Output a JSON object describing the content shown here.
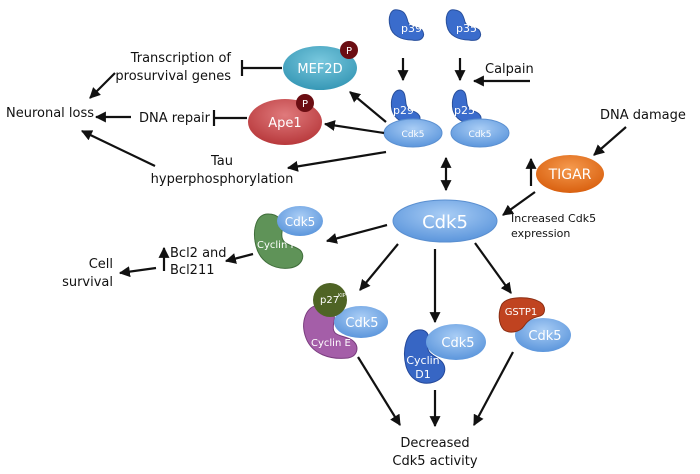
{
  "nodes": {
    "p39": "p39",
    "p35": "p35",
    "p29": "p29",
    "p25": "p25",
    "cdk5": "Cdk5",
    "cdk5_small": "Cdk5",
    "mef2d": "MEF2D",
    "ape1": "Ape1",
    "phospho": "P",
    "tigar": "TIGAR",
    "cyclin_i": "Cyclin I",
    "cyclin_e": "Cyclin E",
    "cyclin_d1_line1": "Cyclin",
    "cyclin_d1_line2": "D1",
    "p27": "p27",
    "p27_sup": "KIP",
    "gstp1": "GSTP1"
  },
  "labels": {
    "transcription_line1": "Transcription of",
    "transcription_line2": "prosurvival genes",
    "neuronal_loss": "Neuronal loss",
    "dna_repair": "DNA repair",
    "tau_line1": "Tau",
    "tau_line2": "hyperphosphorylation",
    "calpain": "Calpain",
    "dna_damage": "DNA damage",
    "increased_line1": "Increased Cdk5",
    "increased_line2": "expression",
    "bcl_line1": "Bcl2 and",
    "bcl_line2": "Bcl211",
    "cell_line1": "Cell",
    "cell_line2": "survival",
    "decreased_line1": "Decreased",
    "decreased_line2": "Cdk5 activity"
  },
  "colors": {
    "cdk5_blue": "#6fa6e6",
    "cyclin_dark_blue": "#3766c4",
    "mef2d_teal": "#4bb0cc",
    "ape1_red": "#c9484b",
    "phospho_dark": "#6b0d12",
    "tigar_orange": "#e8701e",
    "cyclin_i_green": "#5f9358",
    "cyclin_e_purple": "#a45ea8",
    "p27_olive": "#4f6425",
    "gstp1_red": "#c04320"
  }
}
